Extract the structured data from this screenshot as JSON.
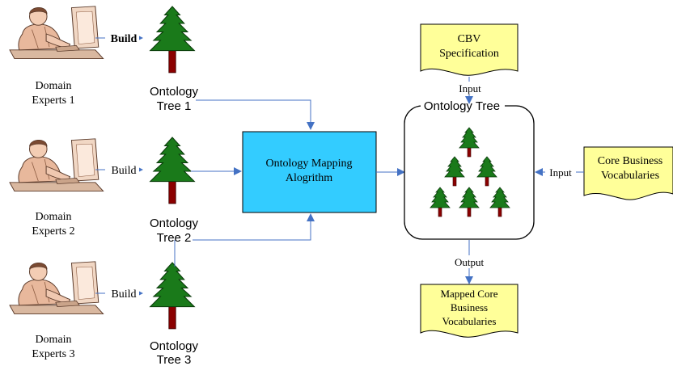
{
  "experts": [
    {
      "name_line1": "Domain",
      "name_line2": "Experts 1",
      "build_label": "Build",
      "tree_line1": "Ontology",
      "tree_line2": "Tree 1"
    },
    {
      "name_line1": "Domain",
      "name_line2": "Experts 2",
      "build_label": "Build",
      "tree_line1": "Ontology",
      "tree_line2": "Tree 2"
    },
    {
      "name_line1": "Domain",
      "name_line2": "Experts 3",
      "build_label": "Build",
      "tree_line1": "Ontology",
      "tree_line2": "Tree 3"
    }
  ],
  "mapping": {
    "line1": "Ontology Mapping",
    "line2": "Alogrithm"
  },
  "ontology_tree": {
    "title": "Ontology Tree"
  },
  "cbv_spec": {
    "line1": "CBV",
    "line2": "Specification",
    "arrow_label": "Input"
  },
  "core_vocab": {
    "line1": "Core Business",
    "line2": "Vocabularies",
    "arrow_label": "Input"
  },
  "output": {
    "arrow_label": "Output",
    "line1": "Mapped Core",
    "line2": "Business",
    "line3": "Vocabularies"
  },
  "colors": {
    "tree_green": "#1a7a1a",
    "trunk": "#8b0000",
    "mapping_fill": "#33ccff",
    "doc_fill": "#ffff99",
    "arrow": "#4472c4"
  },
  "icons": [
    "person-at-computer-icon",
    "pine-tree-icon"
  ]
}
